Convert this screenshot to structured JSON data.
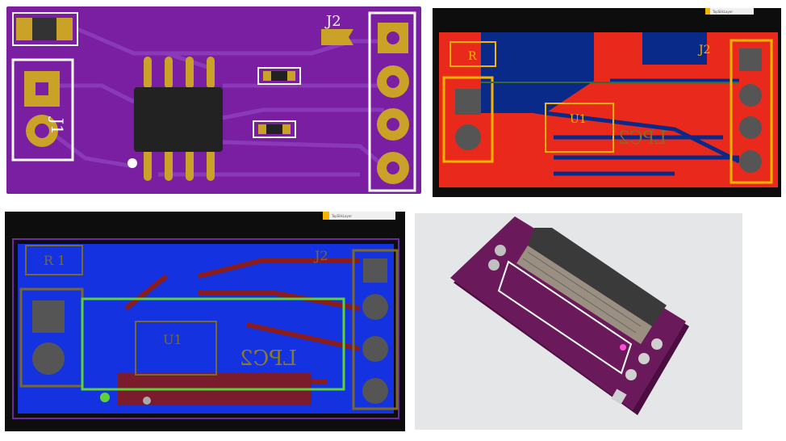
{
  "panels": {
    "pcb_top": {
      "labels": {
        "j1": "J1",
        "j2": "J2"
      },
      "colors": {
        "board": "#7b1fa2",
        "pad": "#c9a227",
        "silk": "#ffffff",
        "ic": "#222222"
      }
    },
    "pcb_red": {
      "labels": {
        "j2": "J2",
        "r1": "R",
        "u1": "U1",
        "mirrored": "LPC2"
      },
      "tab": "TopSilkLayer",
      "colors": {
        "fill": "#e8291c",
        "copper_blue": "#0a2a8a",
        "outline": "#f5b400"
      }
    },
    "pcb_blue": {
      "labels": {
        "j2": "J2",
        "r1": "R 1",
        "u1": "U1",
        "mirrored": "LPC2"
      },
      "tab": "TopSilkLayer",
      "colors": {
        "fill": "#1432e0",
        "trace": "#8a1c1c",
        "net": "#5bd33a",
        "outline": "#7a6a2a"
      }
    },
    "render_3d": {
      "colors": {
        "board": "#6a1a5a",
        "connector": "#9a8f80",
        "bg": "#e4e6e8"
      }
    }
  }
}
